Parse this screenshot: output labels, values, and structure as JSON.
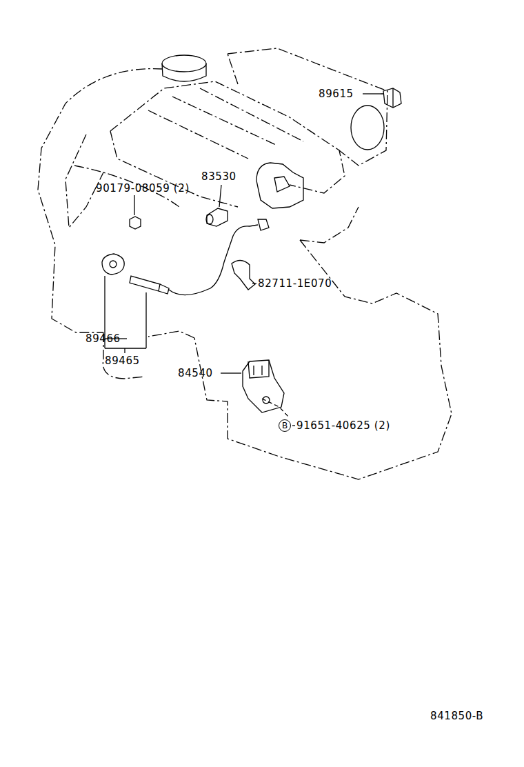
{
  "diagram": {
    "nodes": [
      {
        "text": [
          "B"
        ]
      }
    ],
    "labels": [
      "89615",
      "83530",
      "90179-08059 (2)",
      "82711-1E070",
      "89466",
      "89465",
      "84540",
      "91651-40625 (2)",
      "841850-B"
    ]
  }
}
